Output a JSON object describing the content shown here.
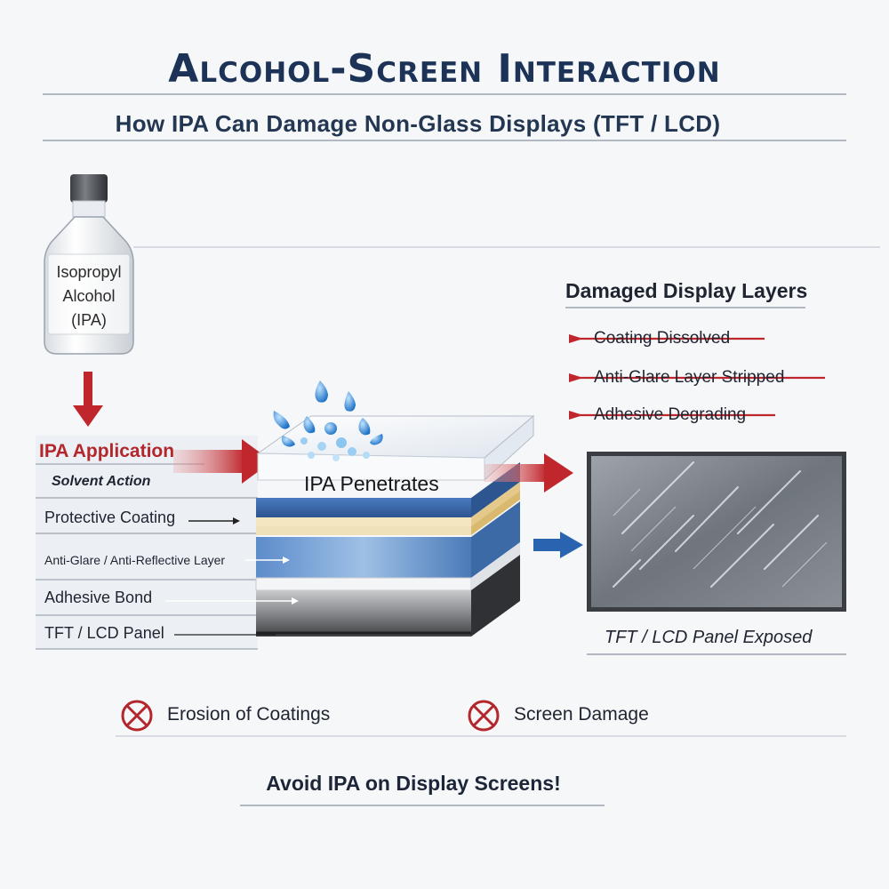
{
  "header": {
    "title": "Alcohol-Screen Interaction",
    "subtitle": "How IPA Can Damage Non-Glass Displays (TFT / LCD)"
  },
  "bottle": {
    "label_lines": [
      "Isopropyl",
      "Alcohol",
      "(IPA)"
    ]
  },
  "process": {
    "application_label": "IPA Application",
    "solvent_label": "Solvent Action",
    "penetrates_label": "IPA Penetrates"
  },
  "layers": [
    {
      "label": "Protective Coating"
    },
    {
      "label": "Anti-Glare / Anti-Reflective Layer"
    },
    {
      "label": "Adhesive Bond"
    },
    {
      "label": "TFT / LCD Panel"
    }
  ],
  "damaged": {
    "title": "Damaged Display Layers",
    "items": [
      "Coating Dissolved",
      "Anti-Glare Layer Stripped",
      "Adhesive Degrading"
    ]
  },
  "exposed_label": "TFT / LCD Panel Exposed",
  "warnings": [
    {
      "label": "Erosion of Coatings"
    },
    {
      "label": "Screen Damage"
    }
  ],
  "footer": {
    "text": "Avoid IPA on Display Screens!"
  },
  "colors": {
    "title": "#1c3357",
    "alert_red": "#c0272d",
    "blue_arrow": "#2a64b0",
    "layer_blue": "#3a68a8",
    "layer_yellow": "#e4c98a",
    "panel_dark": "#3a3c40"
  }
}
